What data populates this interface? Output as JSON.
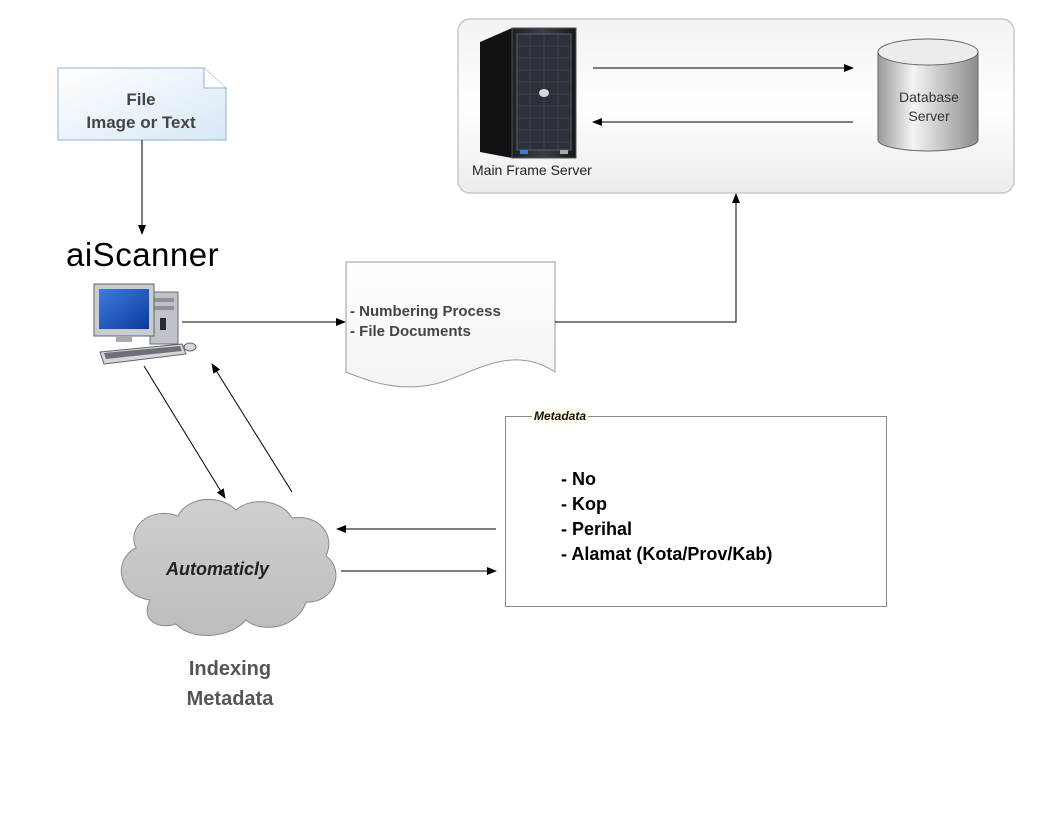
{
  "file_note": {
    "line1": "File",
    "line2": "Image or Text"
  },
  "scanner": {
    "title": "aiScanner"
  },
  "document": {
    "line1": "- Numbering Process",
    "line2": "- File Documents"
  },
  "server_panel": {
    "server_label": "Main Frame Server",
    "db_label_line1": "Database",
    "db_label_line2": "Server"
  },
  "metadata": {
    "label": "Metadata",
    "items": [
      "- No",
      "- Kop",
      "- Perihal",
      "- Alamat (Kota/Prov/Kab)"
    ]
  },
  "cloud": {
    "label": "Automaticly"
  },
  "indexing": {
    "line1": "Indexing",
    "line2": "Metadata"
  },
  "icons": [
    "file-note-icon",
    "computer-icon",
    "document-icon",
    "server-tower-icon",
    "database-cylinder-icon",
    "cloud-shape"
  ]
}
